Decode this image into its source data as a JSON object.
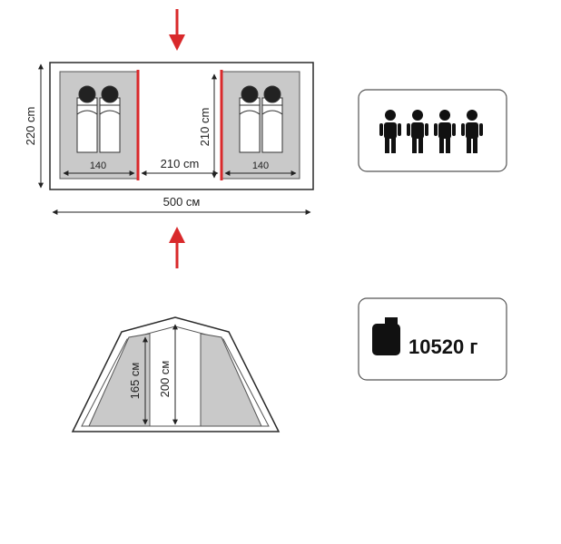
{
  "floor_plan": {
    "width_label": "220 cm",
    "length_label": "500 см",
    "left_room_width": "140",
    "right_room_width": "140",
    "vestibule_length": "210 cm",
    "vestibule_width": "210 cm"
  },
  "side_view": {
    "side_height_label": "165 см",
    "center_height_label": "200 см"
  },
  "capacity": {
    "persons": 4
  },
  "weight": {
    "value": "10520 г"
  },
  "colors": {
    "accent": "#d9292b",
    "floor": "#c9c9c9",
    "outline": "#2a2a2a"
  }
}
